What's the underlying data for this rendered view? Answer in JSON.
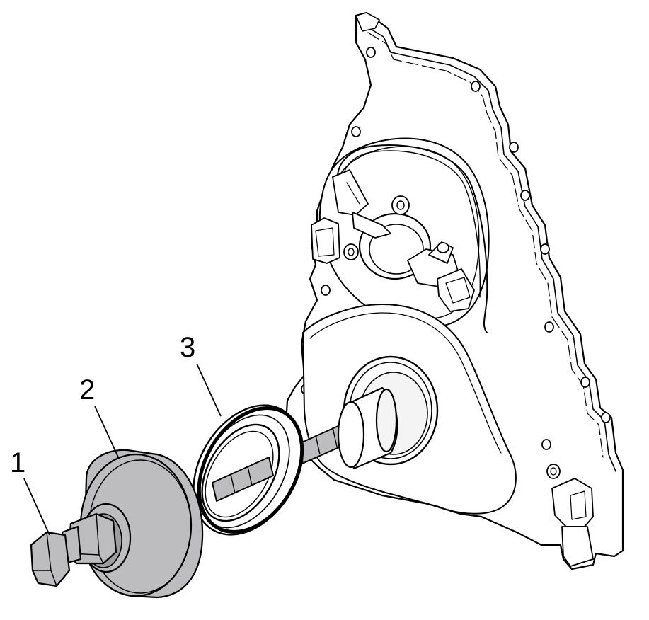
{
  "callouts": [
    {
      "label": "1",
      "part": "bolt"
    },
    {
      "label": "2",
      "part": "installer-body"
    },
    {
      "label": "3",
      "part": "front-crankshaft-seal"
    }
  ],
  "colors": {
    "line": "#000000",
    "tool_fill": "#bdbdbf",
    "tool_dark": "#9d9d9f",
    "paper": "#ffffff",
    "cover_shade": "#f4f4f4"
  }
}
